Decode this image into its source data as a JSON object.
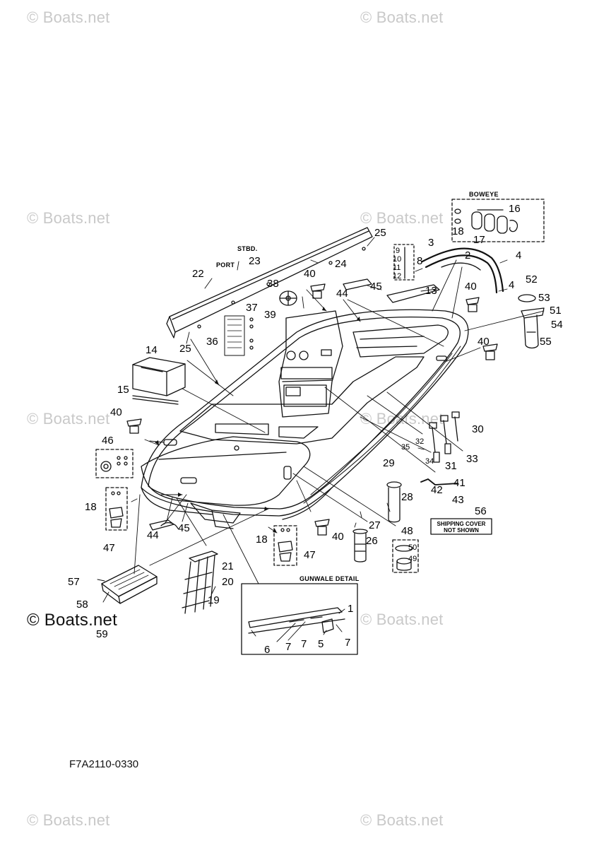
{
  "watermark": "© Boats.net",
  "diagram_code": "F7A2110-0330",
  "headings": {
    "boweye": "BOWEYE",
    "stbd": "STBD.",
    "port": "PORT",
    "gunwale_detail": "GUNWALE DETAIL"
  },
  "note": {
    "line1": "SHIPPING COVER",
    "line2": "NOT SHOWN"
  },
  "callouts": [
    "1",
    "2",
    "3",
    "4",
    "5",
    "6",
    "7",
    "8",
    "9",
    "10",
    "11",
    "12",
    "13",
    "14",
    "15",
    "16",
    "17",
    "18",
    "19",
    "20",
    "21",
    "22",
    "23",
    "24",
    "25",
    "26",
    "27",
    "28",
    "29",
    "30",
    "31",
    "32",
    "33",
    "34",
    "35",
    "36",
    "37",
    "38",
    "39",
    "40",
    "41",
    "42",
    "43",
    "44",
    "45",
    "46",
    "47",
    "48",
    "49",
    "50",
    "51",
    "52",
    "53",
    "54",
    "55",
    "56",
    "57",
    "58",
    "59"
  ]
}
